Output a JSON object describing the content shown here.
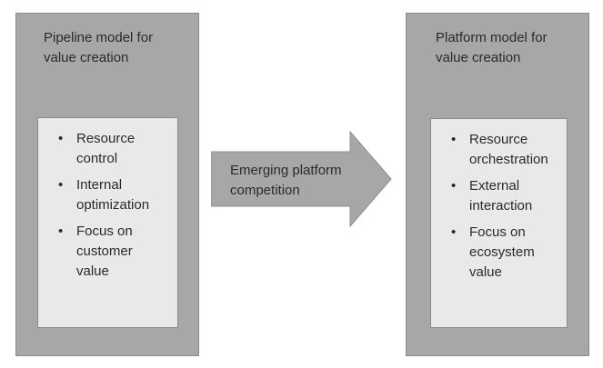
{
  "diagram": {
    "left_box": {
      "title": "Pipeline model for\nvalue creation",
      "bullets": [
        {
          "marker": "•",
          "text": "Resource\ncontrol"
        },
        {
          "marker": "•",
          "text": "Internal\noptimization"
        },
        {
          "marker": "•",
          "text": "Focus on\ncustomer\nvalue"
        }
      ]
    },
    "arrow": {
      "label": "Emerging platform\ncompetition",
      "direction": "right"
    },
    "right_box": {
      "title": "Platform model for\nvalue creation",
      "bullets": [
        {
          "marker": "•",
          "text": "Resource\norchestration"
        },
        {
          "marker": "•",
          "text": "External\ninteraction"
        },
        {
          "marker": "•",
          "text": "Focus on\necosystem\nvalue"
        }
      ]
    }
  },
  "colors": {
    "box_fill": "#a7a7a7",
    "inner_panel_fill": "#e9e9e9",
    "border": "#8a8a8a",
    "text": "#2a2a2a",
    "background": "#ffffff"
  }
}
